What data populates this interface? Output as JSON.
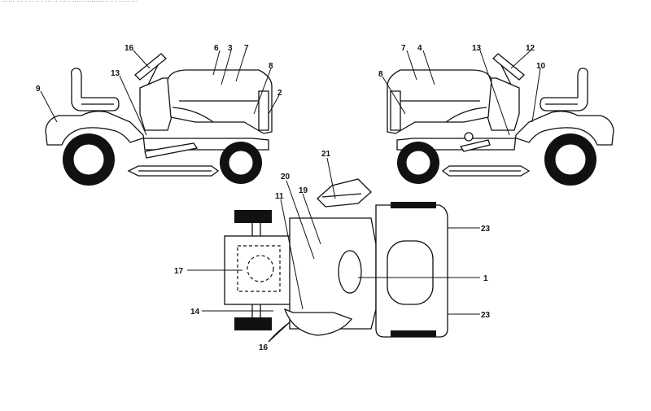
{
  "header": {
    "text": "······ ··· · ·· ·· · ··· ·· ····· ················· · · ····· ···"
  },
  "callouts": {
    "left_view": [
      "16",
      "6",
      "3",
      "7",
      "8",
      "13",
      "9",
      "2"
    ],
    "right_view": [
      "7",
      "4",
      "13",
      "12",
      "8",
      "10"
    ],
    "top_view": [
      "21",
      "20",
      "19",
      "11",
      "23",
      "17",
      "1",
      "14",
      "23",
      "16"
    ]
  },
  "colors": {
    "line": "#111111",
    "background": "#ffffff"
  }
}
